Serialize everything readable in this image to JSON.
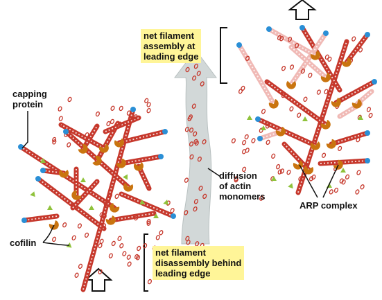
{
  "labels": {
    "capping_protein": [
      "capping",
      "protein"
    ],
    "cofilin": "cofilin",
    "diffusion": [
      "diffusion",
      "of actin",
      "monomers"
    ],
    "arp_complex": "ARP complex"
  },
  "callouts": {
    "assembly": [
      "net filament",
      "assembly at",
      "leading edge"
    ],
    "disassembly": [
      "net filament",
      "disassembly behind",
      "leading edge"
    ]
  },
  "colors": {
    "filament": "#c6382c",
    "filament_light": "#f0b9b5",
    "monomer": "#c6382c",
    "capping": "#2a8fd6",
    "arp": "#c9740f",
    "cofilin": "#8fc23b",
    "diffusion_arrow": "#d2d8d8",
    "callout_bg": "#fff598"
  }
}
